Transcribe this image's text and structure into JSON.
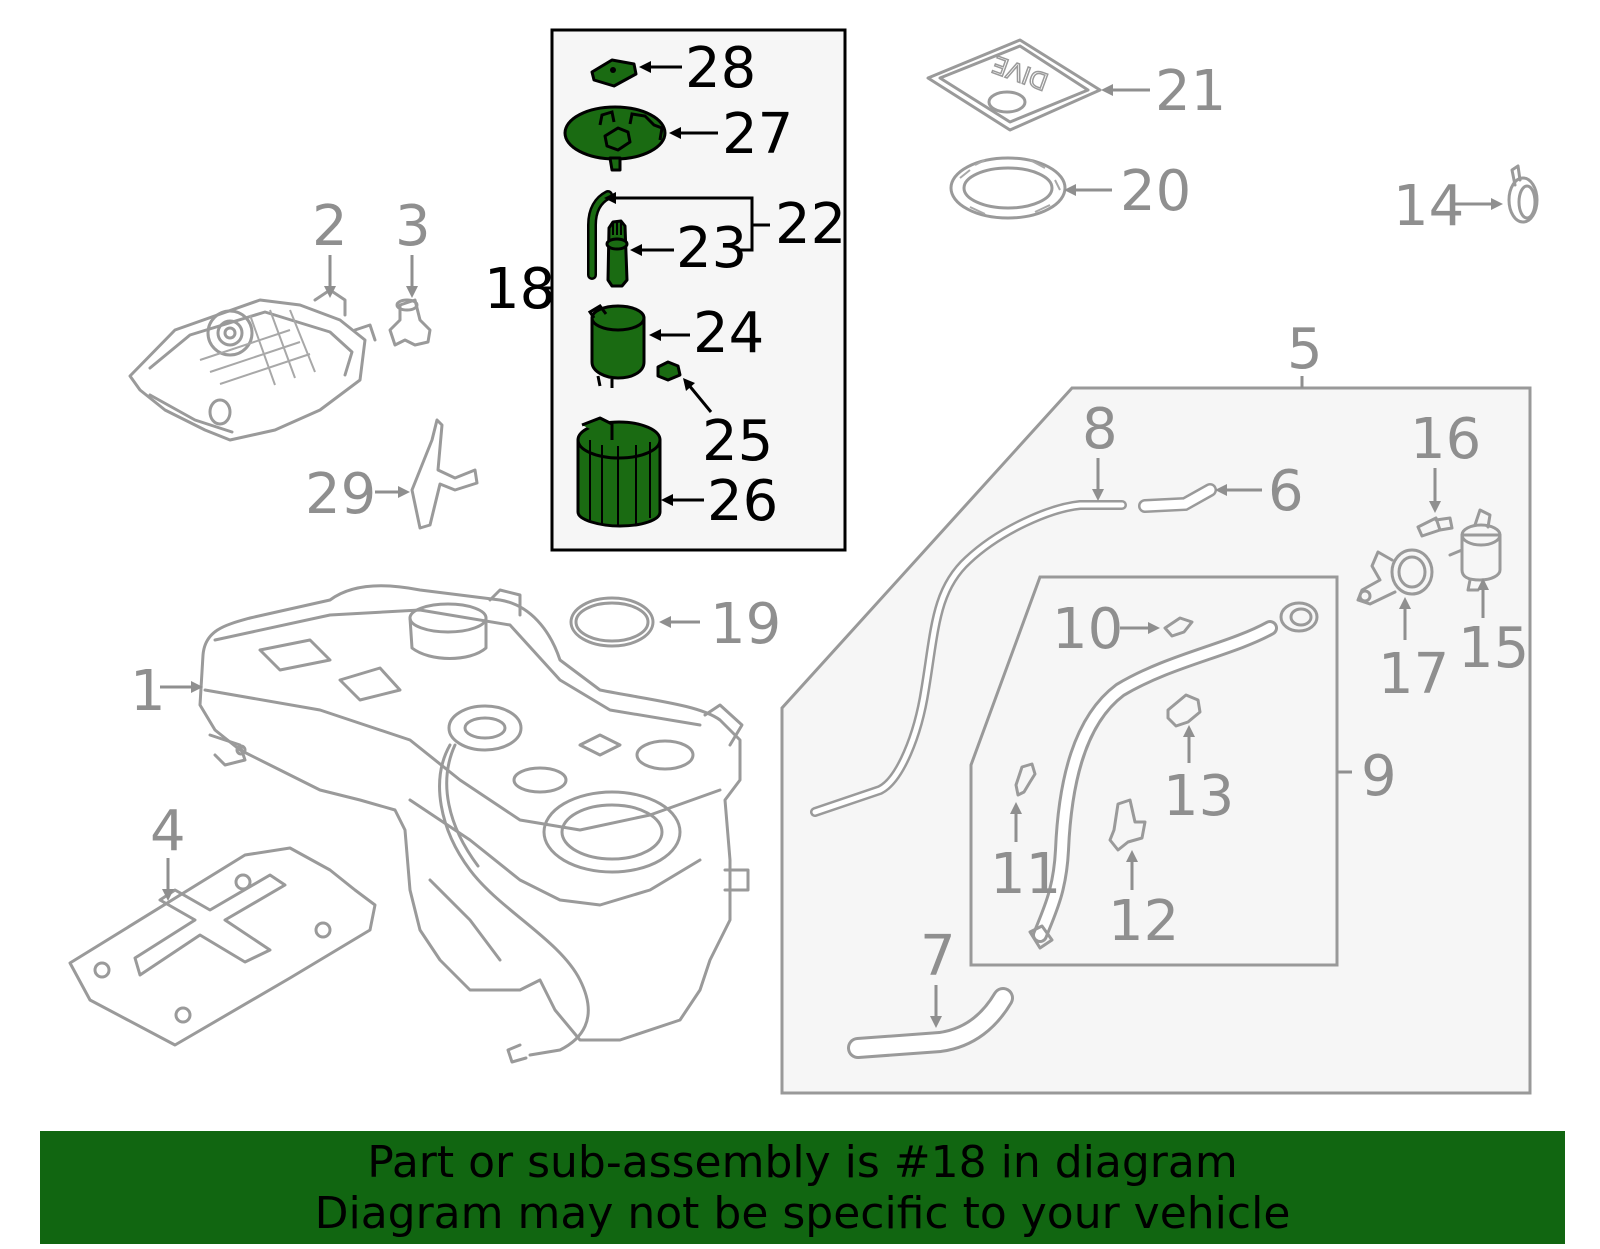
{
  "callouts": {
    "n1": "1",
    "n2": "2",
    "n3": "3",
    "n4": "4",
    "n5": "5",
    "n6": "6",
    "n7": "7",
    "n8": "8",
    "n9": "9",
    "n10": "10",
    "n11": "11",
    "n12": "12",
    "n13": "13",
    "n14": "14",
    "n15": "15",
    "n16": "16",
    "n17": "17",
    "n18": "18",
    "n19": "19",
    "n20": "20",
    "n21": "21",
    "n22": "22",
    "n23": "23",
    "n24": "24",
    "n25": "25",
    "n26": "26",
    "n27": "27",
    "n28": "28",
    "n29": "29"
  },
  "plate_text": "DIVE",
  "highlight_color": "#1a6b12",
  "banner": {
    "line1": "Part or sub-assembly is #18 in diagram",
    "line2": "Diagram may not be specific to your vehicle",
    "background": "#116611"
  }
}
